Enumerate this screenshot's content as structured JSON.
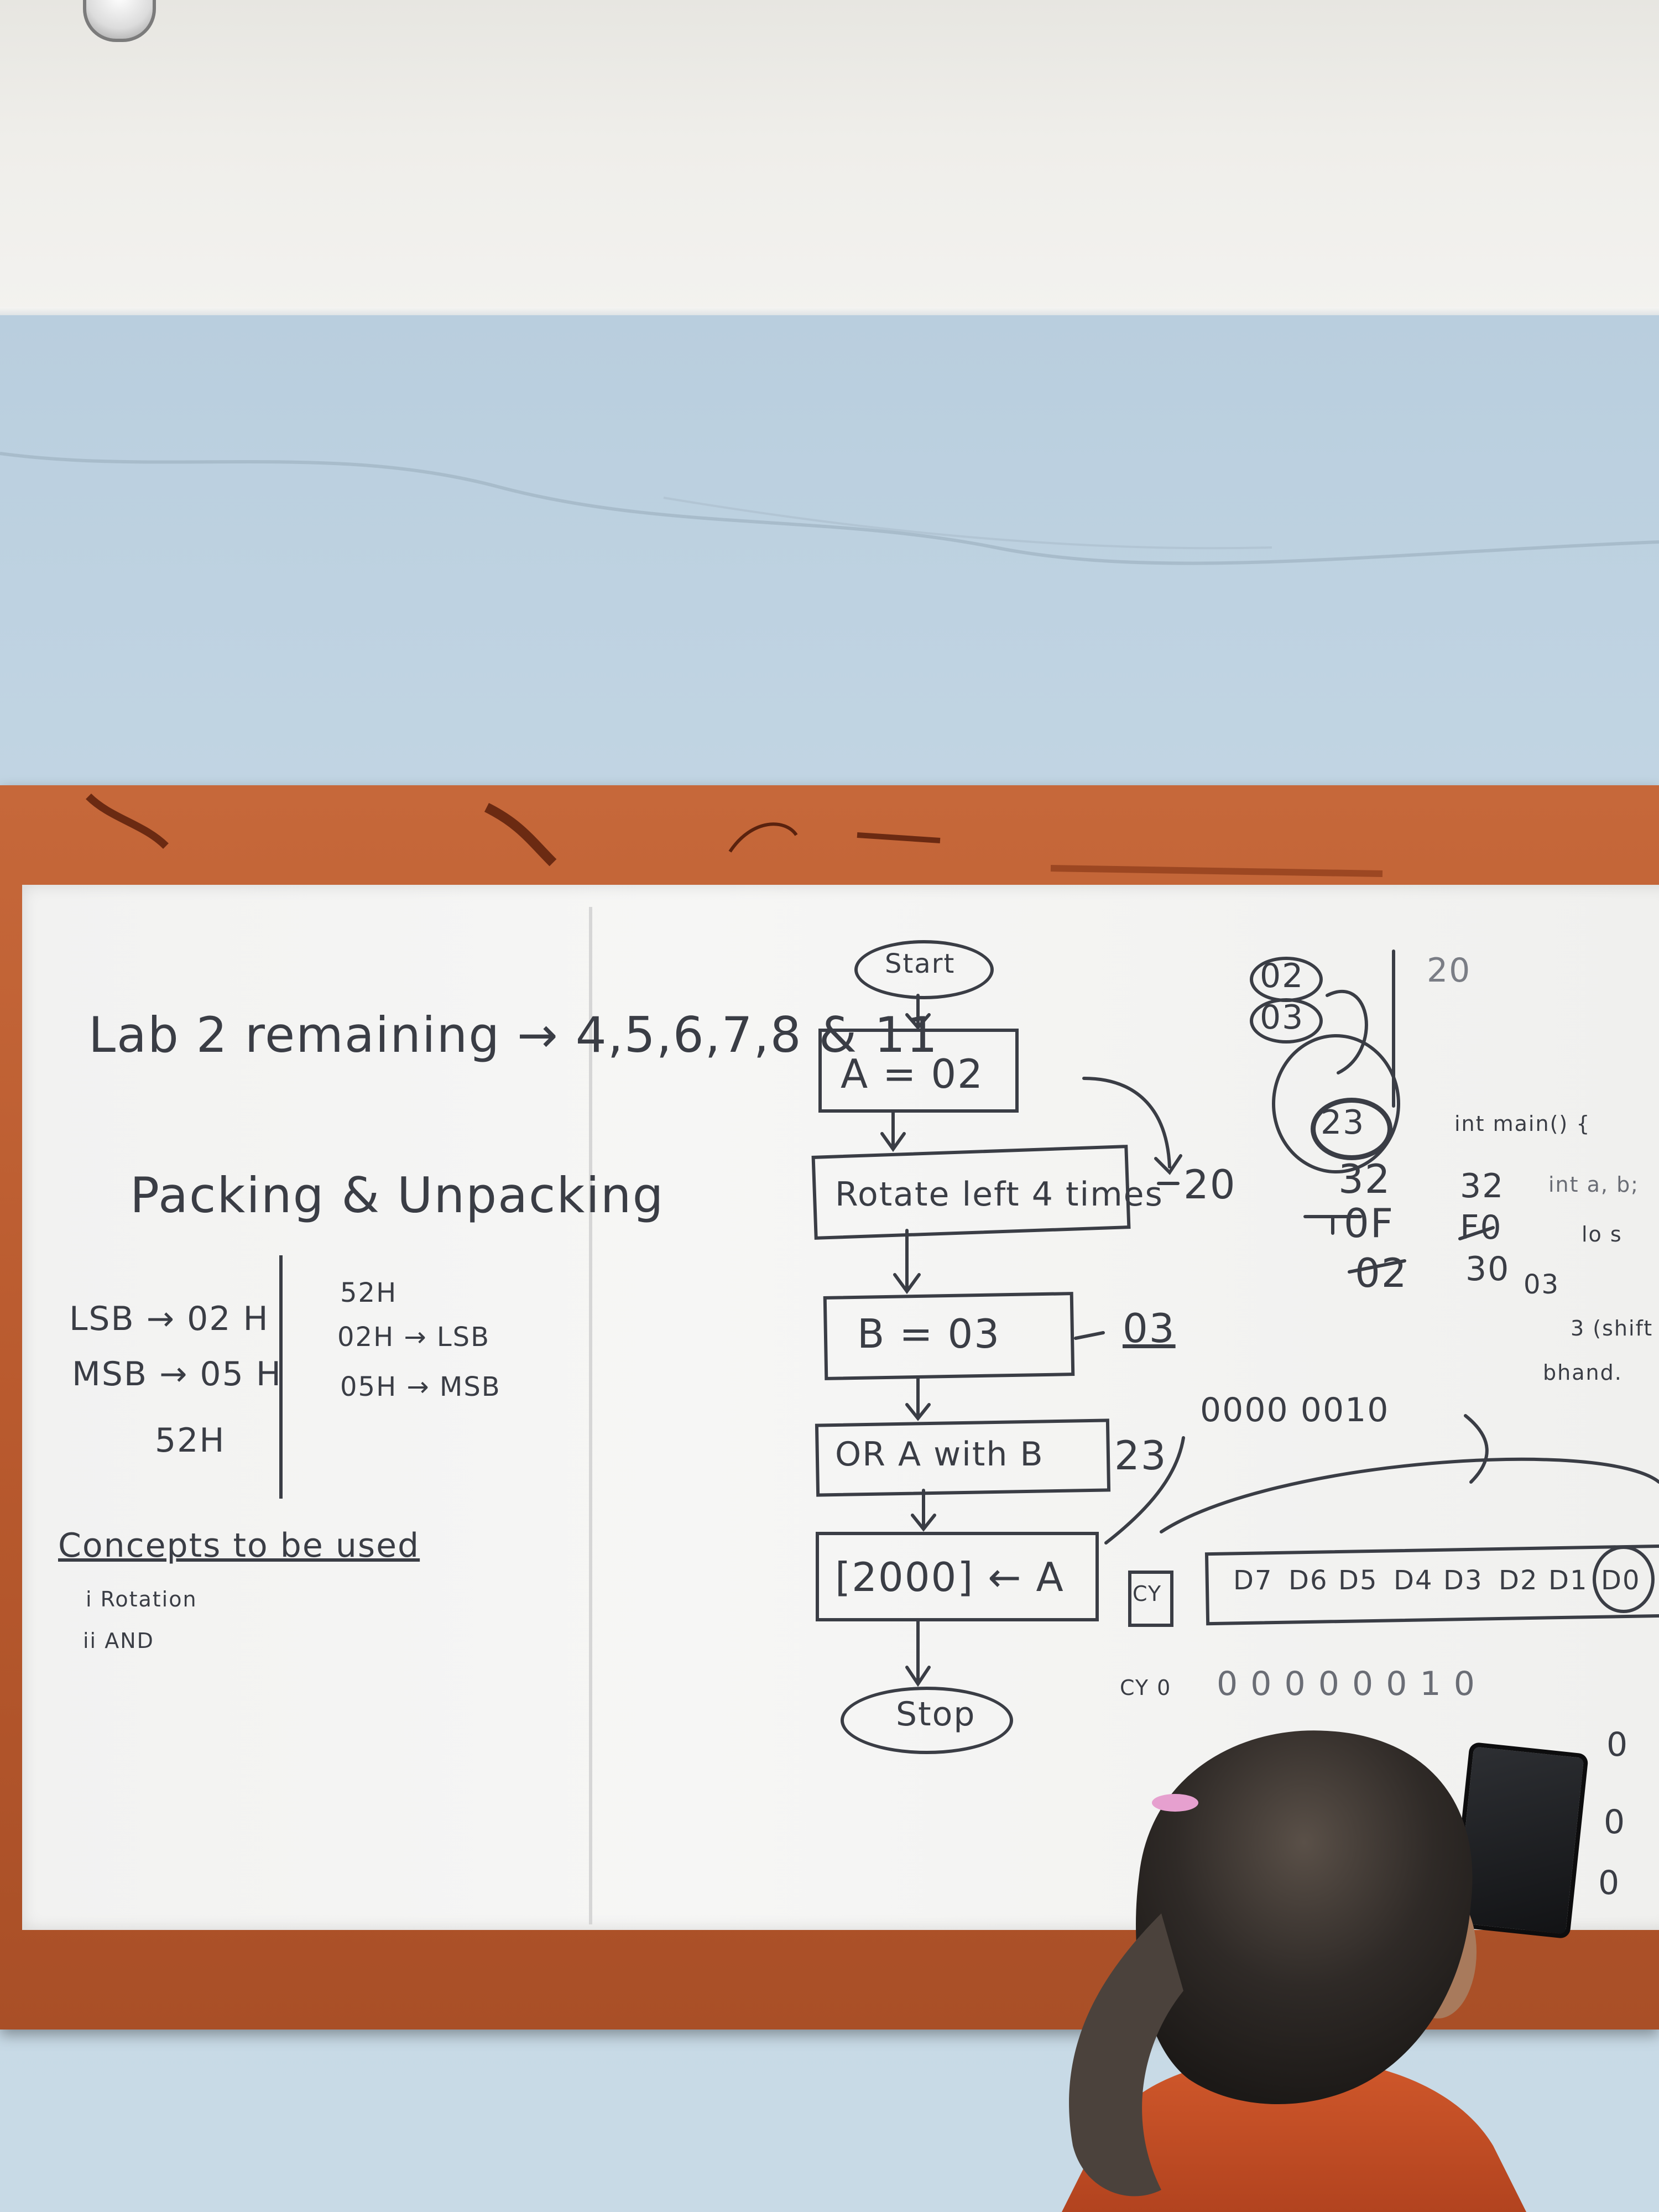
{
  "left_panel": {
    "lab_line": "Lab 2 remaining → 4,5,6,7,8 & 11",
    "heading": "Packing & Unpacking",
    "lsb": "LSB → 02 H",
    "msb": "MSB → 05 H",
    "result_left": "52H",
    "right_top": "52H",
    "right_lsb": "02H → LSB",
    "right_msb": "05H → MSB",
    "concepts_heading": "Concepts to be used",
    "concepts": [
      "i Rotation",
      "ii AND"
    ]
  },
  "flowchart": {
    "start": "Start",
    "step1": "A = 02",
    "step2": "Rotate left 4 times",
    "step3": "B = 03",
    "step4": "OR A with B",
    "step5": "[2000] ← A",
    "stop": "Stop",
    "note_rotate": "20",
    "note_b": "03",
    "note_or": "23"
  },
  "right_notes": {
    "circle_top": "02",
    "circle_mid": "03",
    "circle_result": "23",
    "top_right": "20",
    "code1": "int main() {",
    "v32": "32",
    "v32b": "32",
    "v0F": "0F",
    "vF0": "F0",
    "v02": "02",
    "v30": "30",
    "v03": "03",
    "misc1": "int a, b;",
    "misc2": "3 (shift",
    "misc3": "bhand.",
    "misc4": "lo s",
    "binary": "0000 0010",
    "bits": [
      "D7",
      "D6",
      "D5",
      "D4",
      "D3",
      "D2",
      "D1",
      "D0"
    ],
    "carry": "CY",
    "carry2": "CY 0",
    "bottom_row": "0 0 0 0 0 0 1 0",
    "side_digits": [
      "0",
      "0",
      "0"
    ]
  }
}
